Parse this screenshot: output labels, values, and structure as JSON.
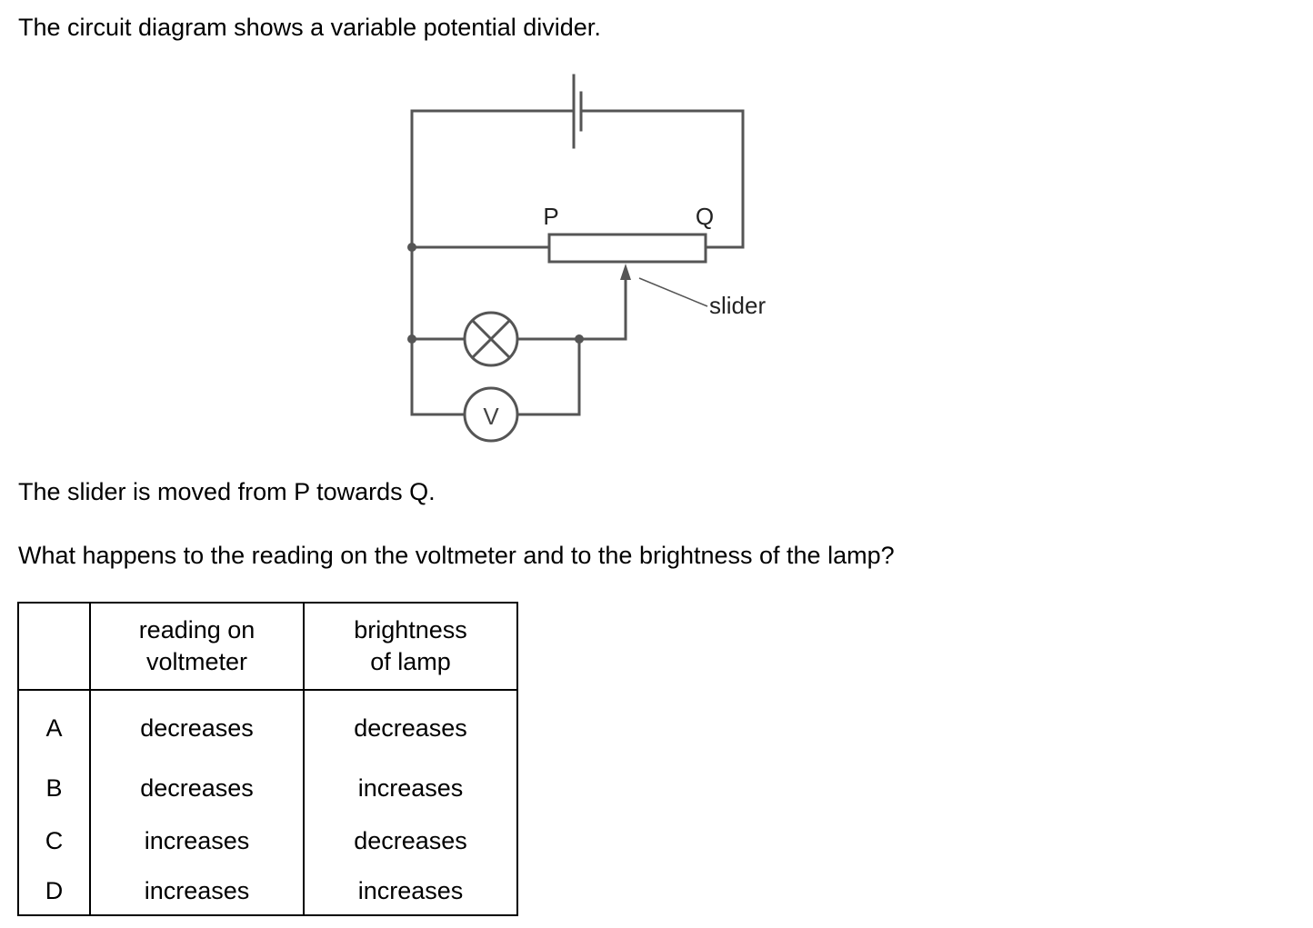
{
  "intro": "The circuit diagram shows a variable potential divider.",
  "diagram": {
    "label_p": "P",
    "label_q": "Q",
    "label_slider": "slider",
    "label_voltmeter": "V"
  },
  "statement": "The slider is moved from P towards Q.",
  "question": "What happens to the reading on the voltmeter and to the brightness of the lamp?",
  "table": {
    "headers": {
      "blank": "",
      "voltmeter_line1": "reading on",
      "voltmeter_line2": "voltmeter",
      "lamp_line1": "brightness",
      "lamp_line2": "of lamp"
    },
    "rows": [
      {
        "option": "A",
        "voltmeter": "decreases",
        "lamp": "decreases"
      },
      {
        "option": "B",
        "voltmeter": "decreases",
        "lamp": "increases"
      },
      {
        "option": "C",
        "voltmeter": "increases",
        "lamp": "decreases"
      },
      {
        "option": "D",
        "voltmeter": "increases",
        "lamp": "increases"
      }
    ]
  }
}
